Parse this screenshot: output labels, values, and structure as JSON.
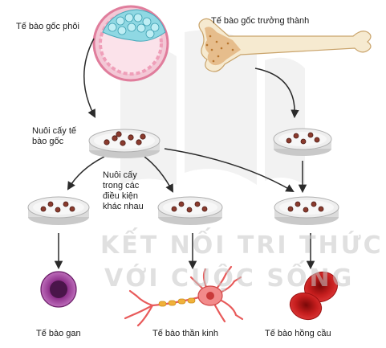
{
  "labels": {
    "embryonic_stem_cell": "Tế bào gốc phôi",
    "adult_stem_cell": "Tế bào gốc trưởng thành",
    "culture_stem_cell": "Nuôi cấy tế\nbào gốc",
    "culture_conditions": "Nuôi cấy\ntrong các\nđiều kiện\nkhác nhau",
    "liver_cell": "Tế bào gan",
    "nerve_cell": "Tế bào thần kinh",
    "red_blood_cell": "Tế bào hồng cầu"
  },
  "watermark": {
    "line1": "KẾT NỐI TRI THỨC",
    "line2": "VỚI CUỘC SỐNG"
  },
  "colors": {
    "arrow": "#2b2b2b",
    "dish": "#d9d9d9",
    "cell": "#8a3b2e",
    "blastocyst": "#e59bb4",
    "inner_mass": "#7fd2df",
    "bone": "#f2e3c4",
    "liver": "#8a2f86",
    "neuron": "#e85a5a",
    "red_cell": "#c21a1a"
  }
}
